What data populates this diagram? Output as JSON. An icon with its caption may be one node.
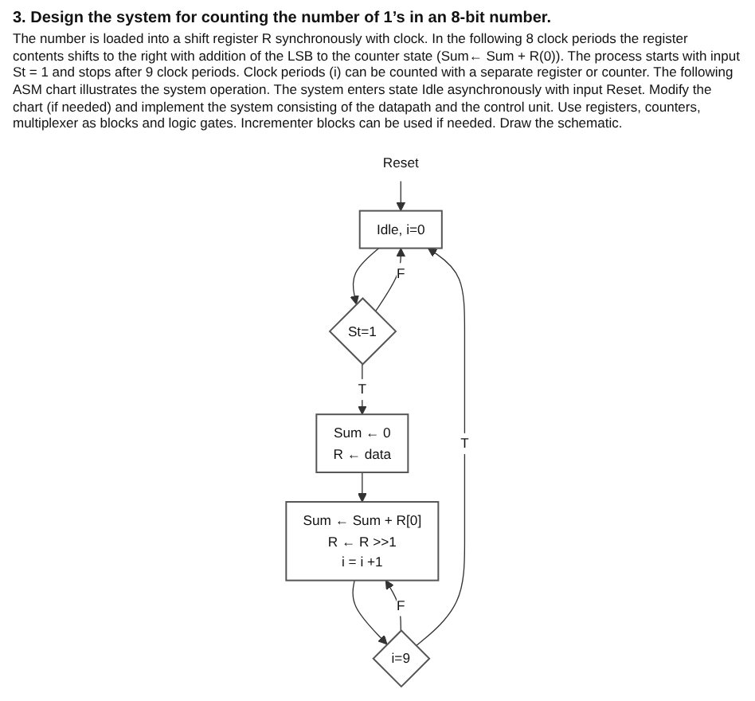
{
  "diagram": {
    "title": "3. Design the system for counting the number of 1’s in an 8-bit number.",
    "nodes": [
      {
        "text": [
          "Reset"
        ]
      },
      {
        "text": [
          "Idle, i=0"
        ]
      },
      {
        "text": [
          "St=1"
        ]
      },
      {
        "text": [
          "Sum ← 0",
          "R ← data"
        ]
      },
      {
        "text": [
          "Sum ← Sum + R[0]",
          "R ← R >>1",
          "i = i +1"
        ]
      },
      {
        "text": [
          "i=9"
        ]
      }
    ],
    "edges": [
      {
        "from": 0,
        "to": 1,
        "arrow": "to"
      },
      {
        "from": 1,
        "to": 2,
        "arrow": "to"
      },
      {
        "from": 2,
        "to": 1,
        "arrow": "to",
        "label": "F"
      },
      {
        "from": 2,
        "to": 3,
        "arrow": "to",
        "label": "T"
      },
      {
        "from": 3,
        "to": 4,
        "arrow": "to"
      },
      {
        "from": 4,
        "to": 5,
        "arrow": "to"
      },
      {
        "from": 5,
        "to": 1,
        "arrow": "to",
        "label": "T"
      },
      {
        "from": 5,
        "to": 4,
        "arrow": "to",
        "label": "F"
      }
    ],
    "labels": [
      "The number is loaded into a shift register R synchronously with clock. In the following 8 clock periods the register contents shifts to the right with addition of the LSB to the counter state (Sum← Sum + R(0)). The process starts with input St = 1 and stops after 9 clock periods. Clock periods (i) can be counted with a separate register or counter. The following ASM chart illustrates the system operation. The system enters state Idle asynchronously with input Reset.  Modify the chart (if needed) and implement the system consisting of the datapath and the control unit.  Use registers, counters, multiplexer as blocks and logic gates. Incrementer blocks can be used if needed. Draw the schematic."
    ]
  }
}
